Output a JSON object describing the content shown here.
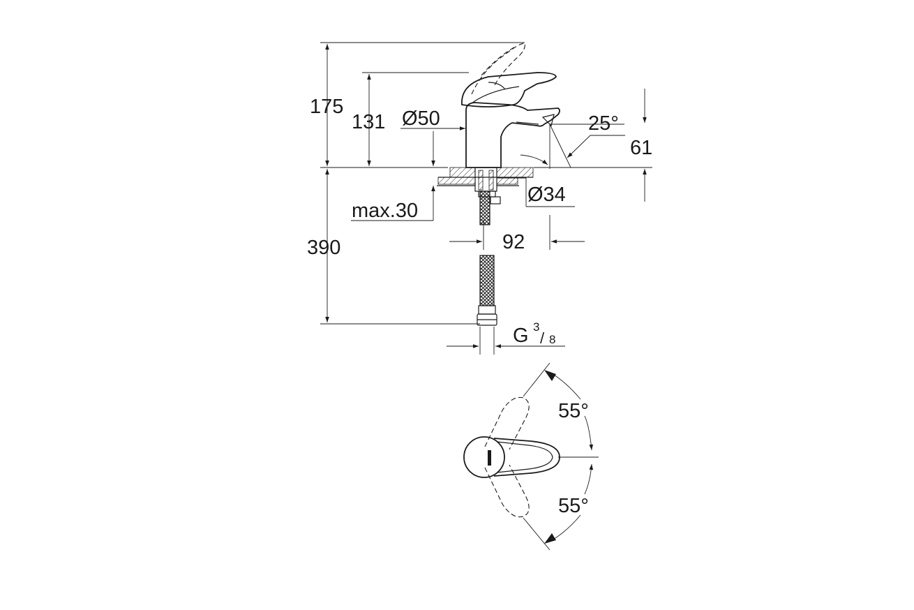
{
  "dimensions": {
    "height_total": "175",
    "height_spout": "131",
    "body_diameter": "Ø50",
    "spout_angle": "25°",
    "spout_height": "61",
    "hole_diameter": "Ø34",
    "max_thickness": "max.30",
    "hose_length": "390",
    "projection": "92",
    "thread_letter": "G",
    "thread_num": "3",
    "thread_den": "8",
    "rotation_up": "55°",
    "rotation_down": "55°"
  }
}
